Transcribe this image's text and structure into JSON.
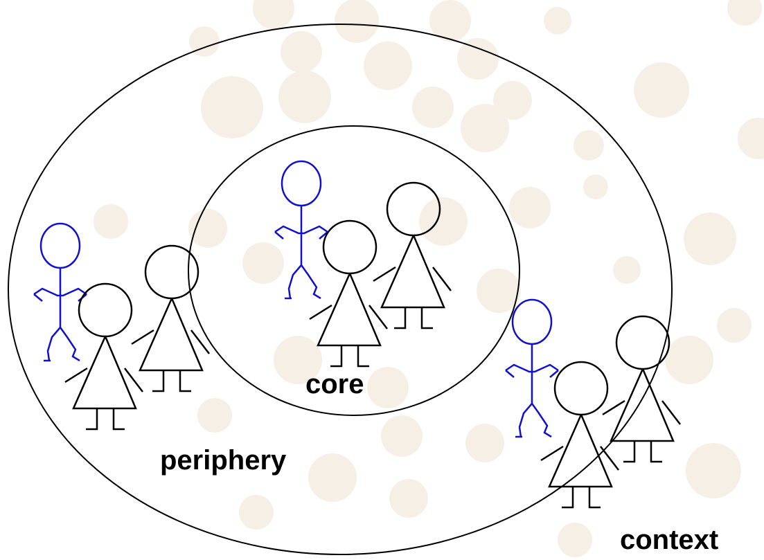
{
  "labels": {
    "core": "core",
    "periphery": "periphery",
    "context": "context"
  },
  "colors": {
    "background": "#ffffff",
    "dots": "#f6efe6",
    "outline": "#000000",
    "child_figure": "#1010d0"
  },
  "figures": {
    "child": "stick-figure-child",
    "adult": "stick-figure-adult-triangle"
  }
}
